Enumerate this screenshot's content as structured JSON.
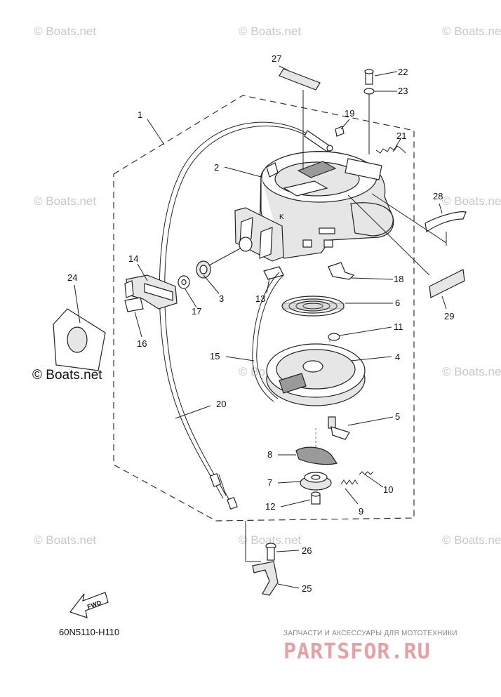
{
  "watermarks": [
    "© Boats.net",
    "© Boats.net",
    "© Boats.net",
    "© Boats.net",
    "© Boats.net",
    "© Boats.net",
    "© Boats.net",
    "© Boats.net",
    "© Boats.net",
    "© Boats.net",
    "© Boats.net"
  ],
  "callouts": [
    "1",
    "2",
    "3",
    "4",
    "5",
    "6",
    "7",
    "8",
    "9",
    "10",
    "11",
    "12",
    "13",
    "14",
    "15",
    "16",
    "17",
    "18",
    "19",
    "20",
    "21",
    "22",
    "23",
    "24",
    "25",
    "26",
    "27",
    "28",
    "29"
  ],
  "diagram_code": "60N5110-H110",
  "fwd_label": "FWD",
  "brand": {
    "tagline": "ЗАПЧАСТИ И АКСЕССУАРЫ ДЛЯ МОТОТЕХНИКИ",
    "logo_text": "PARTSFOR.RU"
  }
}
